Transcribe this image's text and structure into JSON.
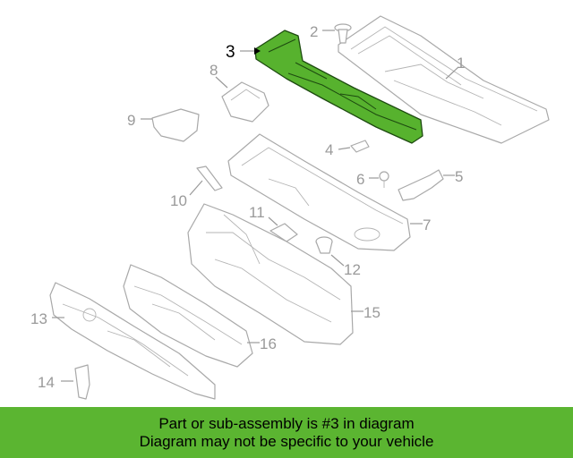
{
  "diagram": {
    "colors": {
      "highlight": "#57b22e",
      "outline": "#a9a9a9",
      "banner": "#5bb531"
    },
    "callouts": [
      "1",
      "2",
      "3",
      "4",
      "5",
      "6",
      "7",
      "8",
      "9",
      "10",
      "11",
      "12",
      "13",
      "14",
      "15",
      "16"
    ],
    "highlighted_part": "3"
  },
  "banner": {
    "line1": "Part or sub-assembly is #3 in diagram",
    "line2": "Diagram may not be specific to your vehicle"
  }
}
